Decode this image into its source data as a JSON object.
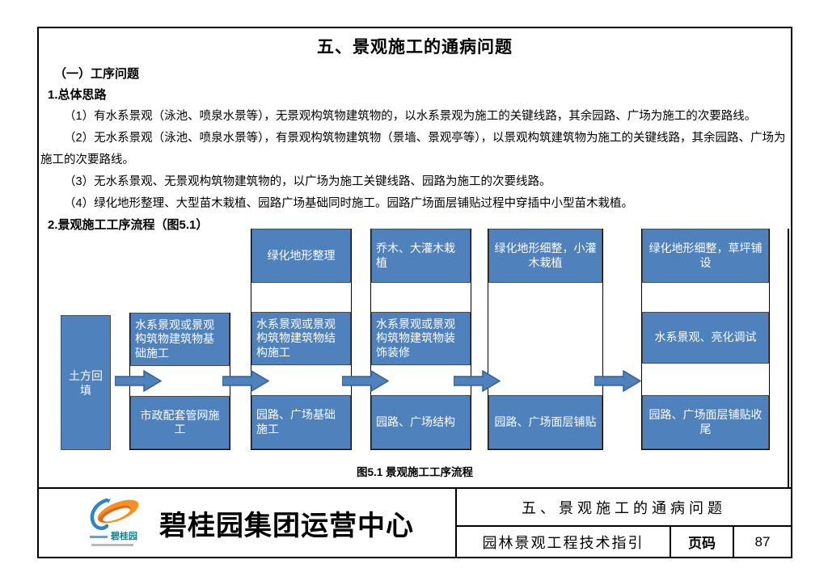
{
  "title": "五、景观施工的通病问题",
  "sections": {
    "s1_heading": "（一）工序问题",
    "s1_sub": "1.总体思路",
    "paragraphs": [
      "（1）有水系景观（泳池、喷泉水景等），无景观构筑物建筑物的，以水系景观为施工的关键线路，其余园路、广场为施工的次要路线。",
      "（2）无水系景观（泳池、喷泉水景等），有景观构筑物建筑物（景墙、景观亭等），以景观构筑建筑物为施工的关键线路，其余园路、广场为施工的次要路线。",
      "（3）无水系景观、无景观构筑物建筑物的，以广场为施工关键线路、园路为施工的次要线路。",
      "（4）绿化地形整理、大型苗木栽植、园路广场基础同时施工。园路广场面层铺贴过程中穿插中小型苗木栽植。"
    ],
    "s2_heading": "2.景观施工工序流程（图5.1）"
  },
  "flowchart": {
    "columns": [
      {
        "single": "土方回填"
      },
      {
        "mid": "水系景观或景观构筑物建筑物基础施工",
        "bottom": "市政配套管网施工"
      },
      {
        "top": "绿化地形整理",
        "mid": "水系景观或景观构筑物建筑物结构施工",
        "bottom": "园路、广场基础施工"
      },
      {
        "top": "乔木、大灌木栽植",
        "mid": "水系景观或景观构筑物建筑物装饰装修",
        "bottom": "园路、广场结构"
      },
      {
        "top": "绿化地形细整，小灌木栽植",
        "bottom": "园路、广场面层铺贴"
      },
      {
        "top": "绿化地形细整，草坪铺设",
        "mid": "水系景观、亮化调试",
        "bottom": "园路、广场面层铺贴收尾"
      }
    ],
    "caption": "图5.1 景观施工工序流程"
  },
  "footer": {
    "company": "碧桂园集团运营中心",
    "logo_text": "碧桂园",
    "chapter": "五、景观施工的通病问题",
    "manual": "园林景观工程技术指引",
    "page_label": "页码",
    "page_number": "87"
  },
  "colors": {
    "box_blue": "#4f81bd",
    "arrow_blue": "#4f81bd",
    "arrow_border": "#31609c",
    "logo_orange": "#f59120",
    "logo_blue": "#2e86c1",
    "logo_teal": "#16808e"
  }
}
